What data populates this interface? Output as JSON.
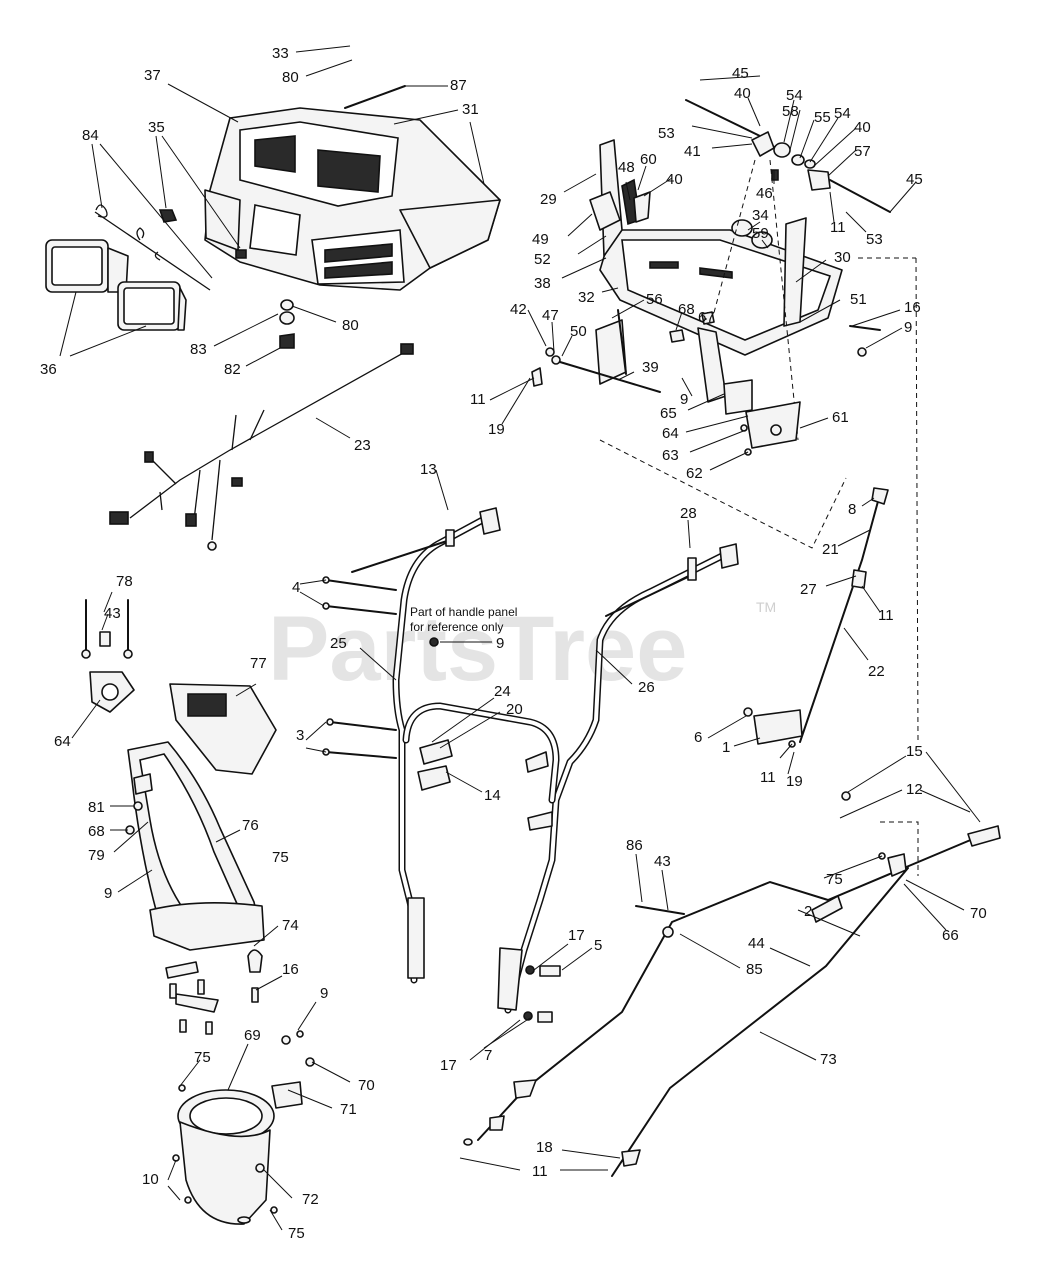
{
  "watermark": {
    "brand": "PartsTree",
    "trademark": "TM"
  },
  "note": {
    "line1": "Part of handle panel",
    "line2": "for reference only"
  },
  "callouts": {
    "c33": "33",
    "c80a": "80",
    "c87": "87",
    "c37": "37",
    "c31": "31",
    "c84": "84",
    "c35": "35",
    "c36": "36",
    "c83": "83",
    "c80b": "80",
    "c82": "82",
    "c23": "23",
    "c45a": "45",
    "c40a": "40",
    "c54a": "54",
    "c58": "58",
    "c55": "55",
    "c54b": "54",
    "c53a": "53",
    "c41": "41",
    "c40b": "40",
    "c57": "57",
    "c45b": "45",
    "c29": "29",
    "c48": "48",
    "c60": "60",
    "c40c": "40",
    "c46": "46",
    "c34": "34",
    "c11a": "11",
    "c53b": "53",
    "c49": "49",
    "c52": "52",
    "c59": "59",
    "c38": "38",
    "c30": "30",
    "c32": "32",
    "c42": "42",
    "c47": "47",
    "c50": "50",
    "c56": "56",
    "c68a": "68",
    "c67": "67",
    "c51": "51",
    "c16a": "16",
    "c9a": "9",
    "c39": "39",
    "c11b": "11",
    "c9b": "9",
    "c19a": "19",
    "c65": "65",
    "c64a": "64",
    "c61": "61",
    "c63": "63",
    "c62": "62",
    "c13": "13",
    "c28": "28",
    "c8": "8",
    "c21": "21",
    "c27": "27",
    "c11c": "11",
    "c22": "22",
    "c78": "78",
    "c43a": "43",
    "c4": "4",
    "c9c": "9",
    "c25": "25",
    "c77": "77",
    "c26": "26",
    "c64b": "64",
    "c24": "24",
    "c20": "20",
    "c3": "3",
    "c14": "14",
    "c6": "6",
    "c1": "1",
    "c11d": "11",
    "c19b": "19",
    "c15": "15",
    "c12": "12",
    "c81": "81",
    "c68b": "68",
    "c79": "79",
    "c76": "76",
    "c75a": "75",
    "c9d": "9",
    "c86": "86",
    "c43b": "43",
    "c75b": "75",
    "c70a": "70",
    "c2": "2",
    "c66": "66",
    "c74": "74",
    "c17a": "17",
    "c5": "5",
    "c44": "44",
    "c85": "85",
    "c16b": "16",
    "c9e": "9",
    "c17b": "17",
    "c7": "7",
    "c69": "69",
    "c75c": "75",
    "c70b": "70",
    "c71": "71",
    "c73": "73",
    "c18": "18",
    "c10": "10",
    "c72": "72",
    "c11e": "11",
    "c75d": "75"
  }
}
